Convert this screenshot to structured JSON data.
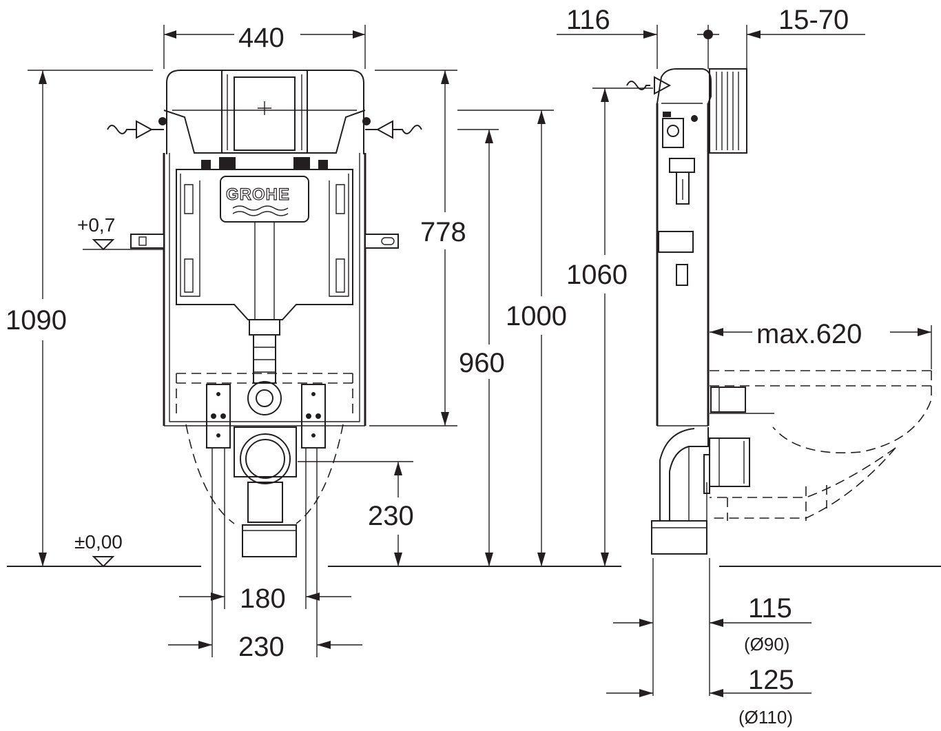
{
  "front_view": {
    "dim_width_top": "440",
    "dim_height_total": "1090",
    "dim_778": "778",
    "dim_960": "960",
    "dim_1000": "1000",
    "dim_230_height": "230",
    "dim_180": "180",
    "dim_230_width": "230",
    "level_plus": "+0,7",
    "level_zero": "±0,00",
    "logo": "GROHE"
  },
  "side_view": {
    "dim_116": "116",
    "dim_15_70": "15-70",
    "dim_1060": "1060",
    "dim_max620": "max.620",
    "dim_115": "115",
    "dim_115_sub": "(Ø90)",
    "dim_125": "125",
    "dim_125_sub": "(Ø110)"
  },
  "colors": {
    "line": "#231f20",
    "background": "#ffffff"
  }
}
